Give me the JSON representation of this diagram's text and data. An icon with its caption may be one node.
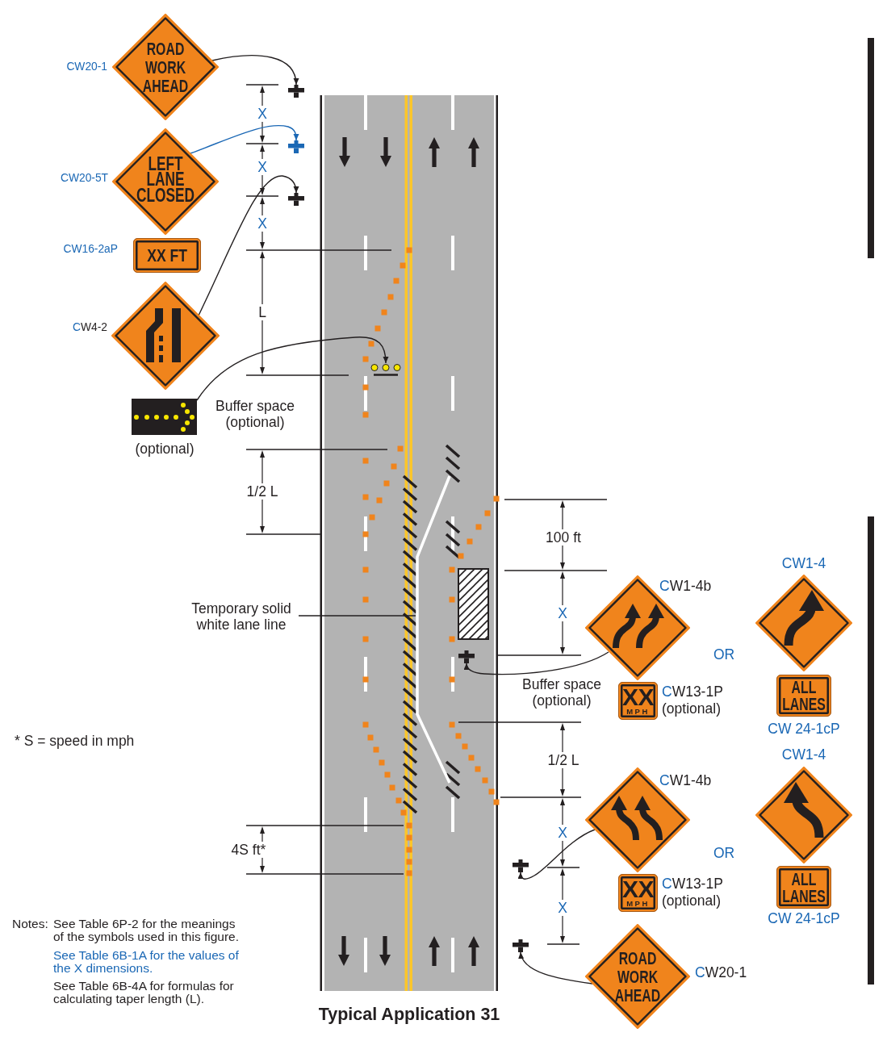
{
  "diagram": {
    "title": "Typical Application 31",
    "nodes": [
      {
        "text": [
          "ROAD WORK AHEAD"
        ],
        "beside": [
          "CW20-1"
        ]
      },
      {
        "text": [],
        "shape": "post"
      },
      {
        "text": [
          "LEFT LANE CLOSED"
        ],
        "beside": [
          "CW20-5T"
        ]
      },
      {
        "text": [],
        "shape": "post"
      },
      {
        "text": [],
        "shape": "post"
      },
      {
        "text": [
          "XX FT"
        ],
        "beside": [
          "CW16-2aP"
        ]
      },
      {
        "text": [],
        "shape": "diamond",
        "beside": [
          "CW4-2"
        ]
      },
      {
        "text": [],
        "shape": "picture",
        "beside": [
          "(optional)"
        ]
      },
      {
        "text": [],
        "shape": "picture"
      },
      {
        "text": [
          "Temporary solid white lane line"
        ]
      },
      {
        "text": [],
        "shape": "line"
      },
      {
        "text": [],
        "shape": "diamond",
        "beside": [
          "CW1-4b"
        ]
      },
      {
        "text": [],
        "shape": "post"
      },
      {
        "text": [],
        "shape": "diamond",
        "beside": [
          "CW1-4"
        ]
      },
      {
        "text": [
          "XX",
          "MPH"
        ],
        "beside": [
          "CW13-1P (optional)"
        ]
      },
      {
        "text": [
          "ALL LANES"
        ],
        "beside": [
          "CW 24-1cP"
        ]
      },
      {
        "text": [],
        "shape": "diamond",
        "beside": [
          "CW1-4b"
        ]
      },
      {
        "text": [],
        "shape": "post"
      },
      {
        "text": [],
        "shape": "diamond",
        "beside": [
          "CW1-4"
        ]
      },
      {
        "text": [
          "XX",
          "MPH"
        ],
        "beside": [
          "CW13-1P (optional)"
        ]
      },
      {
        "text": [
          "ALL LANES"
        ],
        "beside": [
          "CW 24-1cP"
        ]
      },
      {
        "text": [],
        "shape": "post"
      },
      {
        "text": [
          "ROAD WORK AHEAD"
        ],
        "beside": [
          "CW20-1"
        ]
      }
    ],
    "edges": [
      {
        "from": 0,
        "to": 1,
        "arrow": "to"
      },
      {
        "from": 2,
        "to": 3,
        "arrow": "to",
        "color": "#1b68b5"
      },
      {
        "from": 6,
        "to": 4,
        "arrow": "to"
      },
      {
        "from": 7,
        "to": 8,
        "arrow": "to"
      },
      {
        "from": 9,
        "to": 10,
        "arrow": "none"
      },
      {
        "from": 11,
        "to": 12,
        "arrow": "to"
      },
      {
        "from": 16,
        "to": 17,
        "arrow": "to"
      },
      {
        "from": 22,
        "to": 21,
        "arrow": "to"
      }
    ],
    "labels": [
      "X",
      "X",
      "X",
      "L",
      "Buffer space (optional)",
      "1/2 L",
      "100 ft",
      "X",
      "OR",
      "Buffer space (optional)",
      "* S = speed in mph",
      "1/2 L",
      "X",
      "4S ft*",
      "OR",
      "X",
      "Notes:",
      "See Table 6P-2 for the meanings of the symbols used in this figure.",
      "See Table 6B-1A for the values of the X dimensions.",
      "See Table 6B-4A for formulas for calculating taper length (L)."
    ]
  }
}
